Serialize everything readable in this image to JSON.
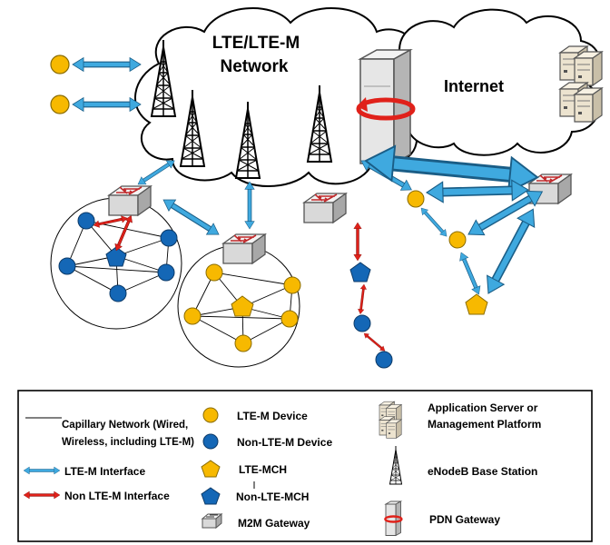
{
  "diagram": {
    "cloud_network_title_line1": "LTE/LTE-M",
    "cloud_network_title_line2": "Network",
    "cloud_internet_title": "Internet"
  },
  "legend": {
    "capillary_line1": "Capillary Network (Wired,",
    "capillary_line2": "Wireless, including LTE-M)",
    "ltem_interface": "LTE-M Interface",
    "non_ltem_interface": "Non LTE-M Interface",
    "ltem_device": "LTE-M Device",
    "non_ltem_device": "Non-LTE-M Device",
    "ltem_mch": "LTE-MCH",
    "non_ltem_mch": "Non-LTE-MCH",
    "m2m_gateway": "M2M Gateway",
    "app_server_line1": "Application Server or",
    "app_server_line2": "Management Platform",
    "enodeb": "eNodeB Base Station",
    "pdn_gateway": "PDN Gateway"
  },
  "colors": {
    "ltem_blue": "#3FA9DF",
    "non_ltem_red": "#E0211A",
    "ltem_device_fill": "#F7B900",
    "non_ltem_device_fill": "#1467B6"
  },
  "icons": [
    "enodeb-tower-icon",
    "m2m-gateway-icon",
    "pdn-gateway-icon",
    "app-server-icon"
  ]
}
